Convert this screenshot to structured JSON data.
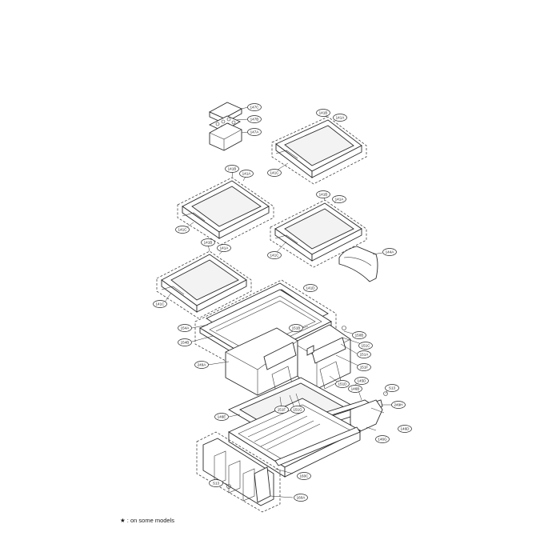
{
  "diagram": {
    "footnote": "★ : on some models",
    "callouts": [
      {
        "id": "c147c",
        "label": "147C"
      },
      {
        "id": "c147b",
        "label": "147B"
      },
      {
        "id": "c147a",
        "label": "147A"
      },
      {
        "id": "c141b_1",
        "label": "141B"
      },
      {
        "id": "c141a_1",
        "label": "141A"
      },
      {
        "id": "c141c_1",
        "label": "141C"
      },
      {
        "id": "c141b_2",
        "label": "141B"
      },
      {
        "id": "c141a_2",
        "label": "141A"
      },
      {
        "id": "c141c_2",
        "label": "141C"
      },
      {
        "id": "c141b_3",
        "label": "141B"
      },
      {
        "id": "c141a_3",
        "label": "141A"
      },
      {
        "id": "c141c_3",
        "label": "141C"
      },
      {
        "id": "c144a",
        "label": "144A"
      },
      {
        "id": "c141b_4",
        "label": "141B"
      },
      {
        "id": "c141a_4",
        "label": "141A"
      },
      {
        "id": "c141c_4",
        "label": "141C"
      },
      {
        "id": "c141d",
        "label": "141D"
      },
      {
        "id": "c154a",
        "label": "154A"
      },
      {
        "id": "c154b",
        "label": "154B"
      },
      {
        "id": "c151b",
        "label": "151B"
      },
      {
        "id": "c150b",
        "label": "150B"
      },
      {
        "id": "c151c",
        "label": "151C"
      },
      {
        "id": "c151a",
        "label": "151A"
      },
      {
        "id": "c151f_1",
        "label": "151F"
      },
      {
        "id": "c249a",
        "label": "249A"
      },
      {
        "id": "c151d",
        "label": "151D"
      },
      {
        "id": "c151f_2",
        "label": "151F"
      },
      {
        "id": "c151g",
        "label": "151G"
      },
      {
        "id": "c145d",
        "label": "145D"
      },
      {
        "id": "c146b",
        "label": "146B"
      },
      {
        "id": "cs13_1",
        "label": "S13"
      },
      {
        "id": "c249h",
        "label": "249H"
      },
      {
        "id": "c146e",
        "label": "146E"
      },
      {
        "id": "c146d",
        "label": "146D"
      },
      {
        "id": "c146g",
        "label": "146G"
      },
      {
        "id": "c160c",
        "label": "160C"
      },
      {
        "id": "cs13_2",
        "label": "S13"
      },
      {
        "id": "c160a",
        "label": "160A"
      }
    ]
  }
}
